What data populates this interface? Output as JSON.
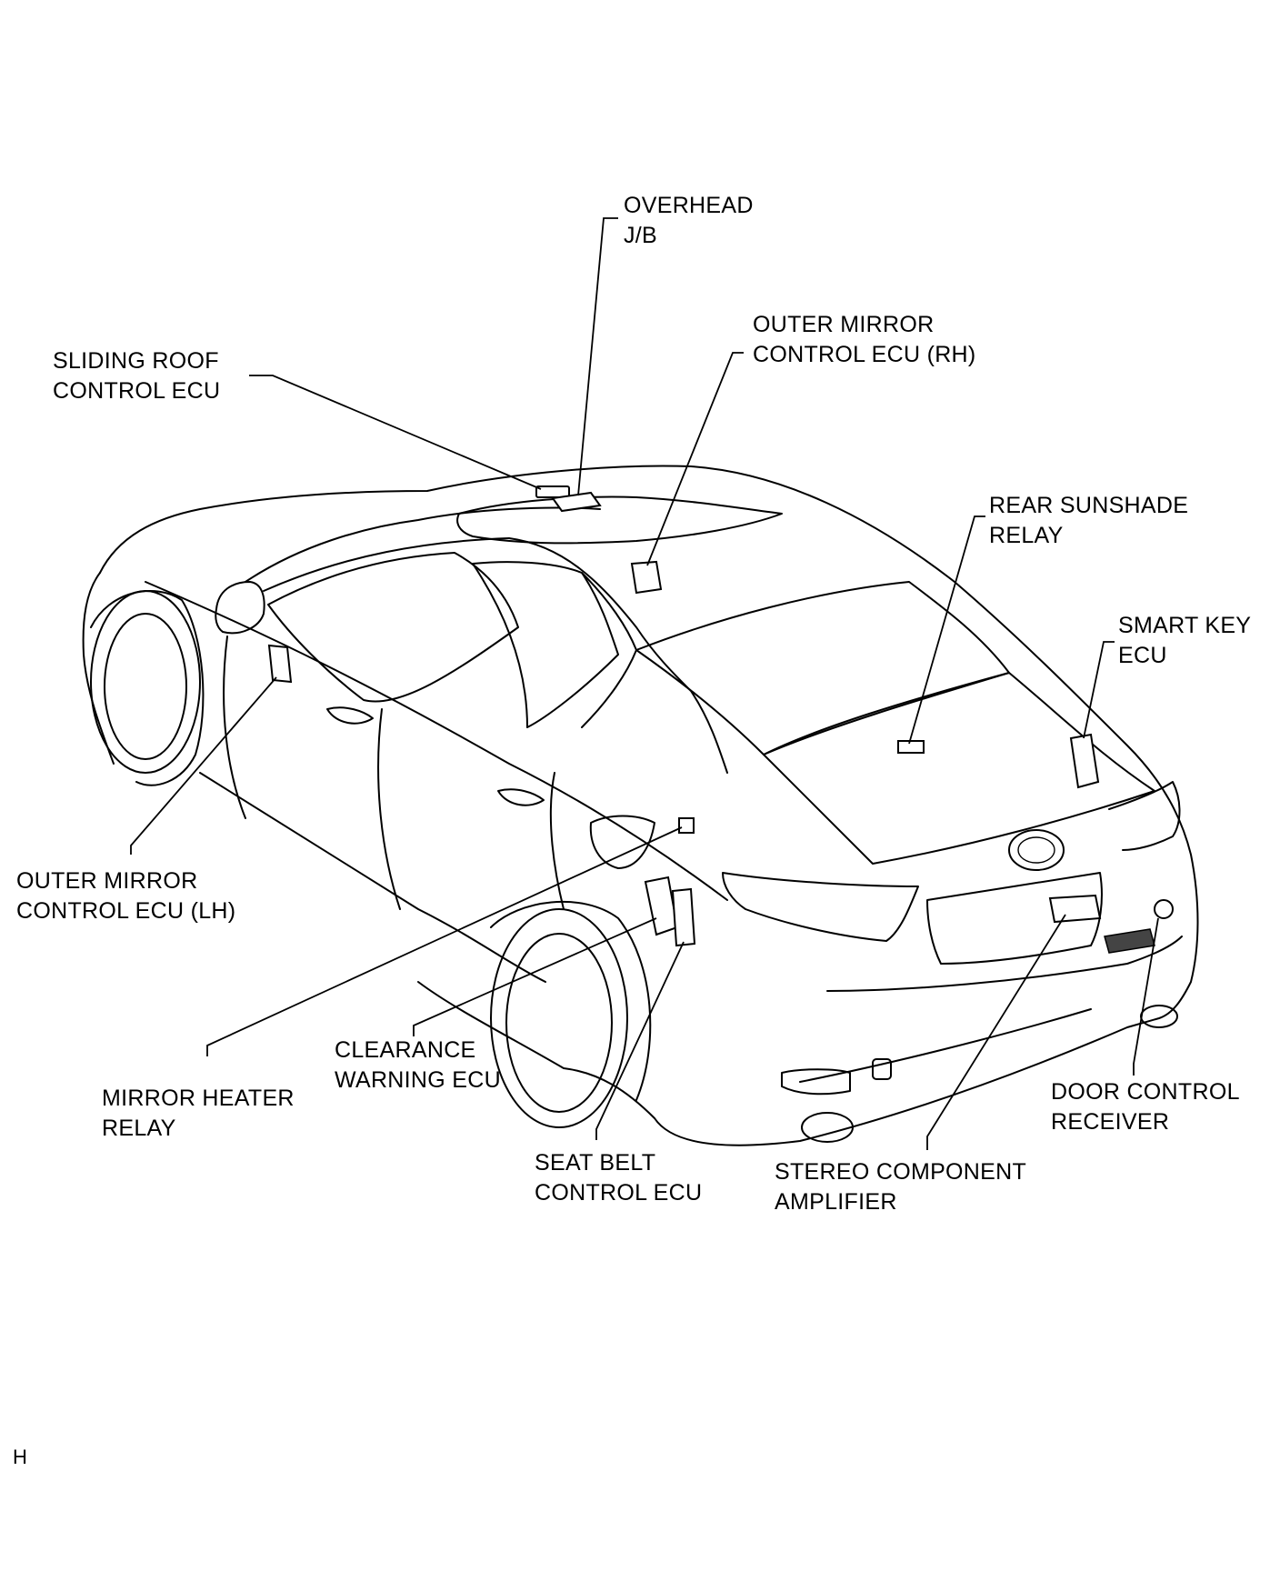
{
  "labels": {
    "overhead_jb": [
      "OVERHEAD",
      "J/B"
    ],
    "sliding_roof_control_ecu": [
      "SLIDING ROOF",
      "CONTROL ECU"
    ],
    "outer_mirror_control_ecu_rh": [
      "OUTER MIRROR",
      "CONTROL ECU (RH)"
    ],
    "rear_sunshade_relay": [
      "REAR SUNSHADE",
      "RELAY"
    ],
    "smart_key_ecu": [
      "SMART KEY",
      "ECU"
    ],
    "outer_mirror_control_ecu_lh": [
      "OUTER MIRROR",
      "CONTROL ECU (LH)"
    ],
    "clearance_warning_ecu": [
      "CLEARANCE",
      "WARNING ECU"
    ],
    "mirror_heater_relay": [
      "MIRROR HEATER",
      "RELAY"
    ],
    "seat_belt_control_ecu": [
      "SEAT BELT",
      "CONTROL ECU"
    ],
    "stereo_component_amplifier": [
      "STEREO COMPONENT",
      "AMPLIFIER"
    ],
    "door_control_receiver": [
      "DOOR CONTROL",
      "RECEIVER"
    ]
  },
  "figure_id": "H"
}
